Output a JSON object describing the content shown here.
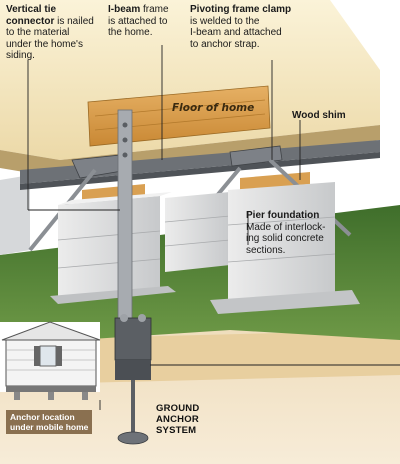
{
  "labels": {
    "vertical_tie": {
      "title": "Vertical tie connector",
      "title_line1": "Vertical tie",
      "title_line2": "connector",
      "rest_line1": " is nailed",
      "body": [
        "to the material",
        "under the home's",
        "siding."
      ]
    },
    "ibeam": {
      "title": "I-beam",
      "rest": " frame",
      "body": [
        "is attached to",
        "the home."
      ]
    },
    "pivoting": {
      "title": "Pivoting frame clamp",
      "body": [
        "is welded to the",
        "I-beam and attached",
        "to anchor strap."
      ]
    },
    "floor": "Floor of home",
    "wood_shim": "Wood shim",
    "pier": {
      "title": "Pier foundation",
      "body": [
        "Made of interlock-",
        "ing solid concrete",
        "sections."
      ]
    },
    "ground_anchor": [
      "GROUND",
      "ANCHOR",
      "SYSTEM"
    ],
    "anchor_location": [
      "Anchor location",
      "under mobile home"
    ]
  },
  "colors": {
    "floor_beige": "#f1e2b6",
    "floor_top": "#f9efcf",
    "wood": "#d49a45",
    "steel": "#6c7075",
    "concrete": "#d9dadb",
    "grass": "#5f8a3e",
    "soil": "#e3c79b",
    "leader": "#222222"
  }
}
